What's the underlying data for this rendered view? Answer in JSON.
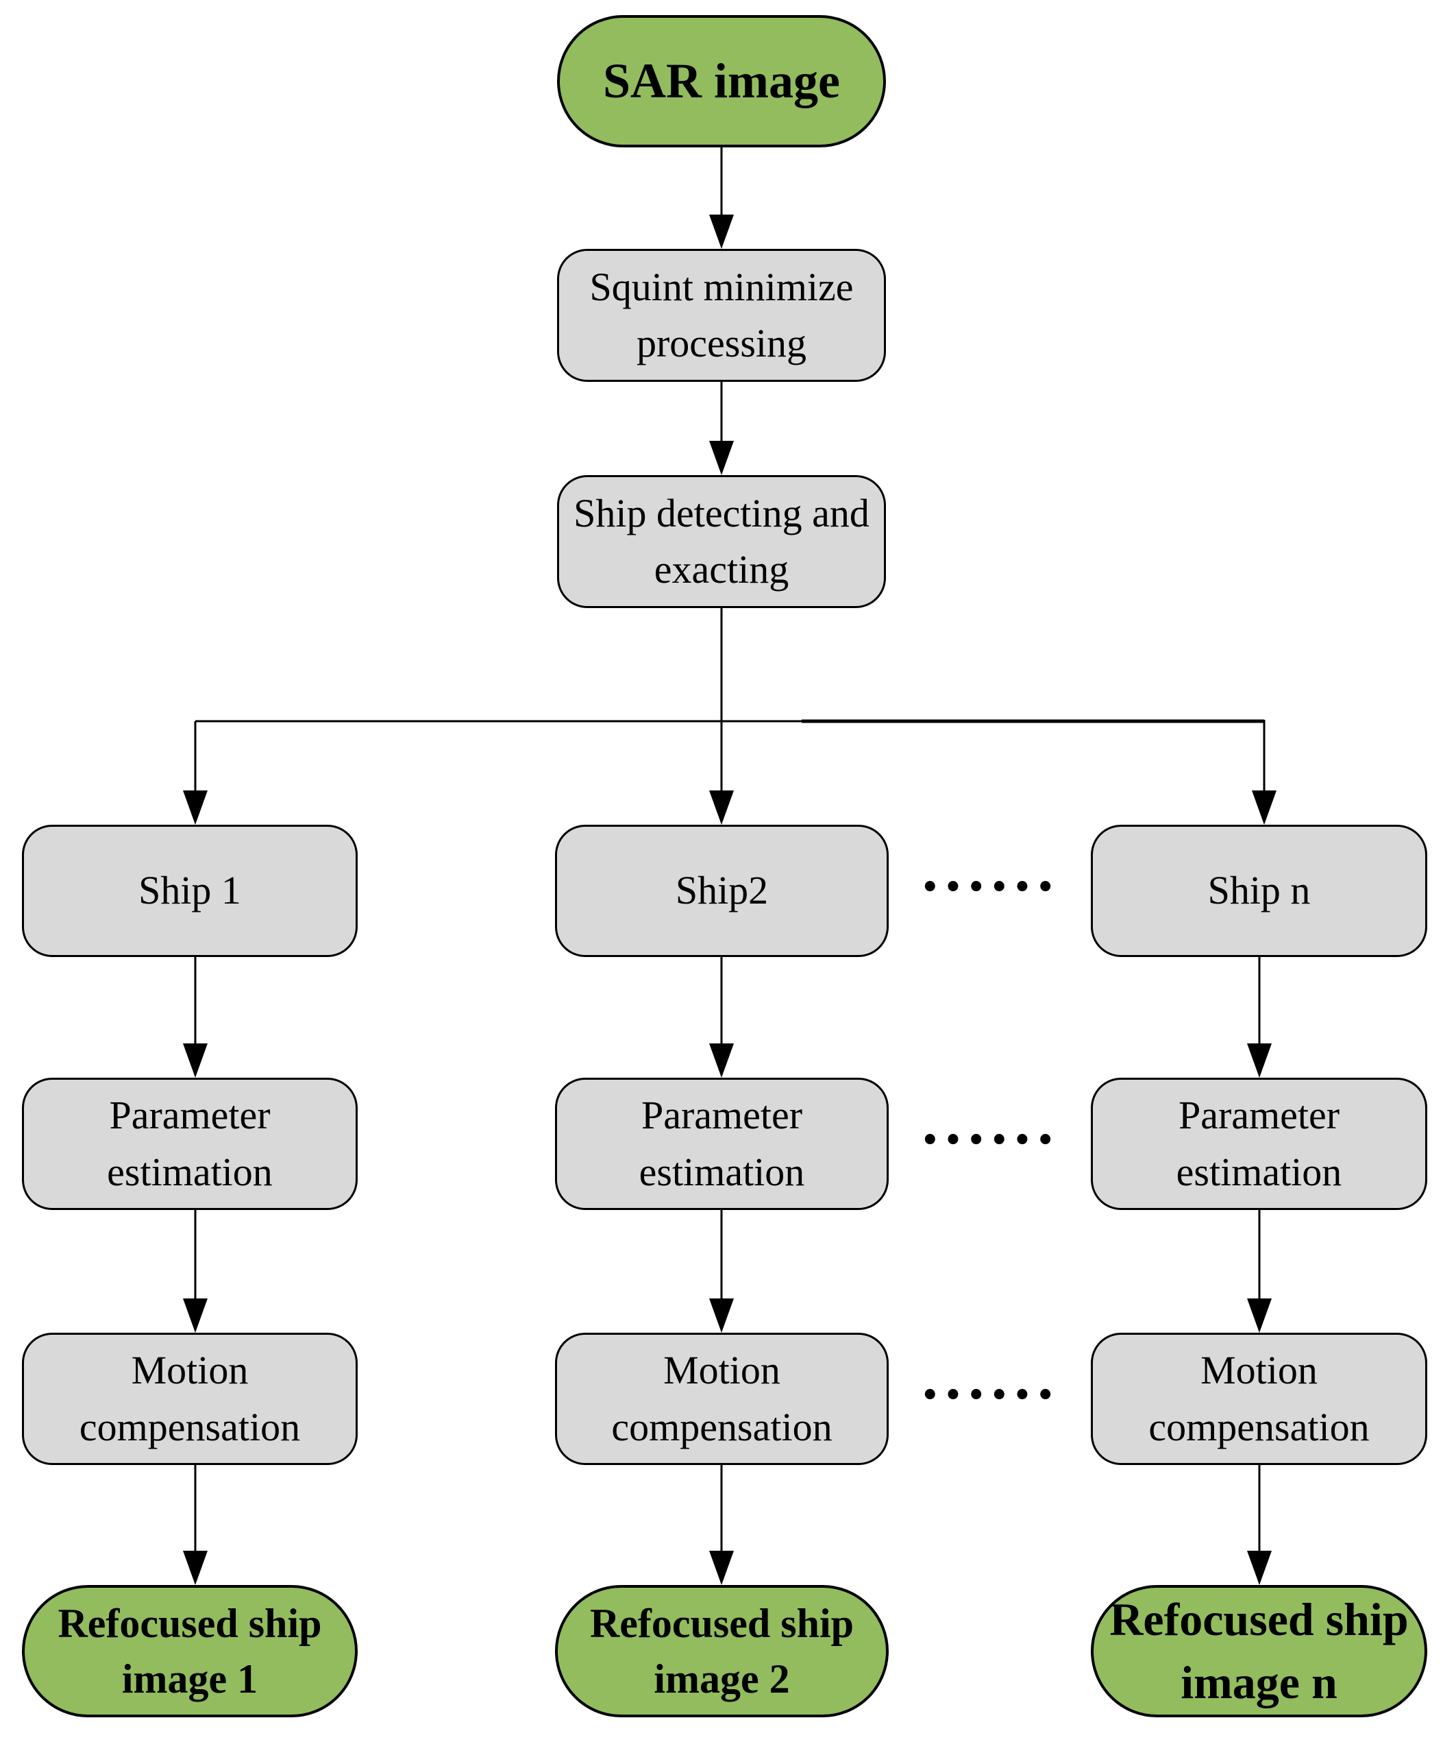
{
  "flowchart": {
    "start": "SAR image",
    "steps": [
      "Squint minimize\nprocessing",
      "Ship detecting and\nexacting"
    ],
    "branches": [
      {
        "ship": "Ship 1",
        "param": "Parameter\nestimation",
        "motion": "Motion\ncompensation",
        "output": "Refocused ship\nimage 1"
      },
      {
        "ship": "Ship2",
        "param": "Parameter\nestimation",
        "motion": "Motion\ncompensation",
        "output": "Refocused ship\nimage 2"
      },
      {
        "ship": "Ship n",
        "param": "Parameter\nestimation",
        "motion": "Motion\ncompensation",
        "output": "Refocused ship\nimage n"
      }
    ],
    "ellipsis": "······",
    "colors": {
      "terminator_fill": "#92BC5E",
      "process_fill": "#D9D9D9",
      "outline": "#000000"
    }
  }
}
